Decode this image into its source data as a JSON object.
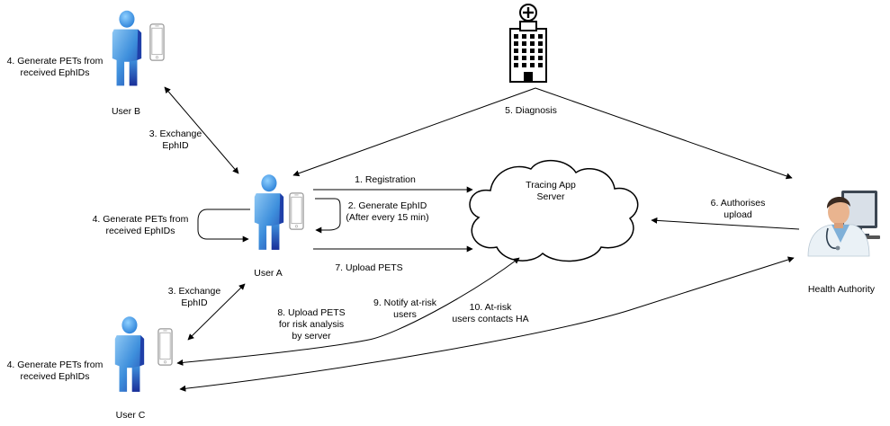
{
  "actors": {
    "user_b": {
      "name": "User B",
      "note_line1": "4. Generate PETs from",
      "note_line2": "received EphIDs"
    },
    "user_a": {
      "name": "User A",
      "note_line1": "4. Generate PETs from",
      "note_line2": "received EphIDs"
    },
    "user_c": {
      "name": "User C",
      "note_line1": "4. Generate PETs from",
      "note_line2": "received EphIDs"
    },
    "health_authority": {
      "name": "Health Authority"
    },
    "server": {
      "line1": "Tracing App",
      "line2": "Server"
    }
  },
  "steps": {
    "exchange_b": {
      "line1": "3. Exchange",
      "line2": "EphID"
    },
    "exchange_c": {
      "line1": "3. Exchange",
      "line2": "EphID"
    },
    "diagnosis": "5. Diagnosis",
    "registration": "1. Registration",
    "generate_ephid": {
      "line1": "2. Generate EphID",
      "line2": "(After every 15 min)"
    },
    "upload_pets": "7. Upload PETS",
    "authorise": {
      "line1": "6. Authorises",
      "line2": "upload"
    },
    "upload_risk": {
      "line1": "8. Upload PETS",
      "line2": "for risk analysis",
      "line3": "by server"
    },
    "notify": {
      "line1": "9. Notify at-risk",
      "line2": "users"
    },
    "contact_ha": {
      "line1": "10. At-risk",
      "line2": "users contacts HA"
    }
  },
  "colors": {
    "person_light": "#7fbff0",
    "person_mid": "#3e8fdc",
    "person_dark": "#1f3fa8",
    "head": "#3a9ee8",
    "line": "#000000"
  }
}
